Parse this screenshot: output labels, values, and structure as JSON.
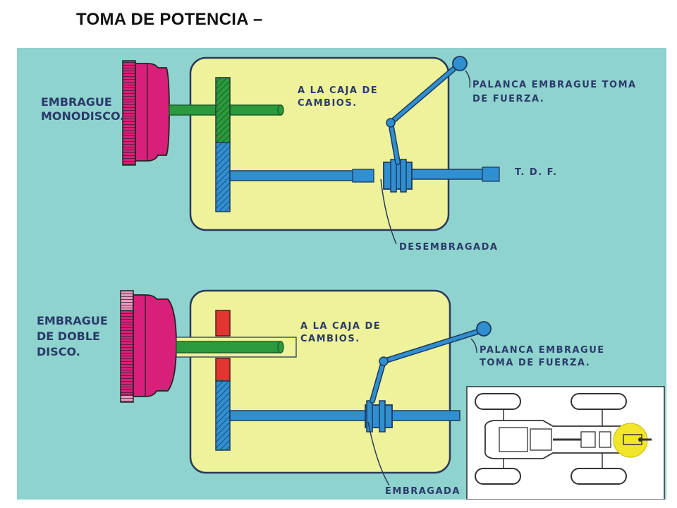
{
  "title": "TOMA DE POTENCIA –",
  "top_diagram": {
    "clutch_label_1": "EMBRAGUE",
    "clutch_label_2": "MONODISCO.",
    "gearbox_label_1": "A LA CAJA DE",
    "gearbox_label_2": "CAMBIOS.",
    "lever_label_1": "PALANCA EMBRAGUE TOMA",
    "lever_label_2": "DE FUERZA.",
    "pto_label": "T. D. F.",
    "state_label": "DESEMBRAGADA"
  },
  "bottom_diagram": {
    "clutch_label_1": "EMBRAGUE",
    "clutch_label_2": "DE DOBLE",
    "clutch_label_3": "DISCO.",
    "gearbox_label_1": "A LA CAJA DE",
    "gearbox_label_2": "CAMBIOS.",
    "lever_label_1": "PALANCA EMBRAGUE",
    "lever_label_2": "TOMA DE FUERZA.",
    "state_label": "EMBRAGADA"
  },
  "colors": {
    "background": "#8fd3cf",
    "housing": "#eef29a",
    "clutch": "#d8207a",
    "shaft_green": "#2a9a3c",
    "shaft_blue": "#2f8fd0",
    "red_part": "#e03530",
    "outline": "#2c3a5a"
  }
}
